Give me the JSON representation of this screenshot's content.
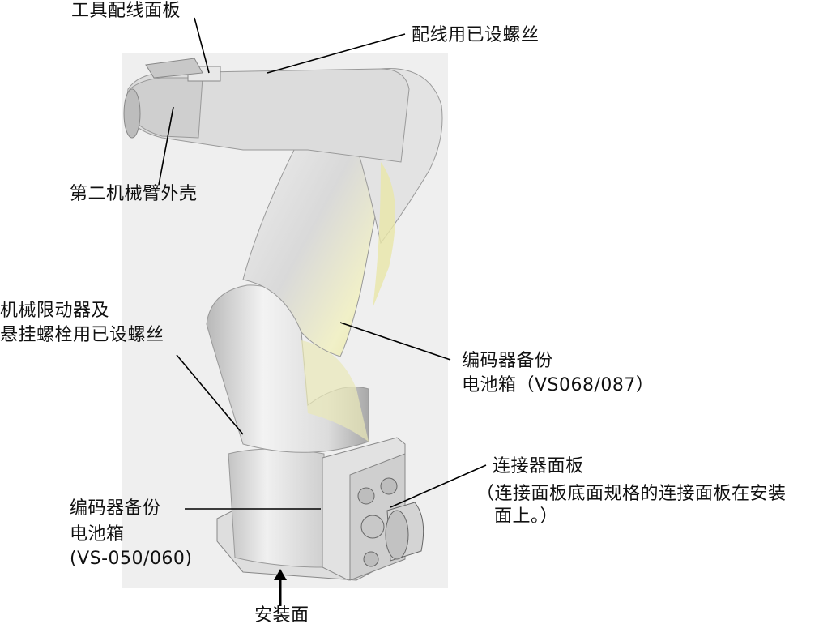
{
  "labels": {
    "tool_wiring_panel": "工具配线面板",
    "wiring_screws": "配线用已设螺丝",
    "arm2_cover": "第二机械臂外壳",
    "stopper_line1": "机械限动器及",
    "stopper_line2": "悬挂螺栓用已设螺丝",
    "encoder_upper_line1": "编码器备份",
    "encoder_upper_line2": "电池箱（VS068/087）",
    "connector_panel": "连接器面板",
    "connector_note_line1": "（连接面板底面规格的连接面板在安装",
    "connector_note_line2": "面上。）",
    "encoder_lower_line1": "编码器备份",
    "encoder_lower_line2": "电池箱",
    "encoder_lower_line3": "(VS-050/060)",
    "mounting_surface": "安装面"
  },
  "colors": {
    "robot_body": "#e6e6e6",
    "robot_shadow": "#9a9a9a",
    "robot_highlight": "#f4f3c0",
    "backdrop": "#efefef",
    "leader_line": "#000000"
  }
}
